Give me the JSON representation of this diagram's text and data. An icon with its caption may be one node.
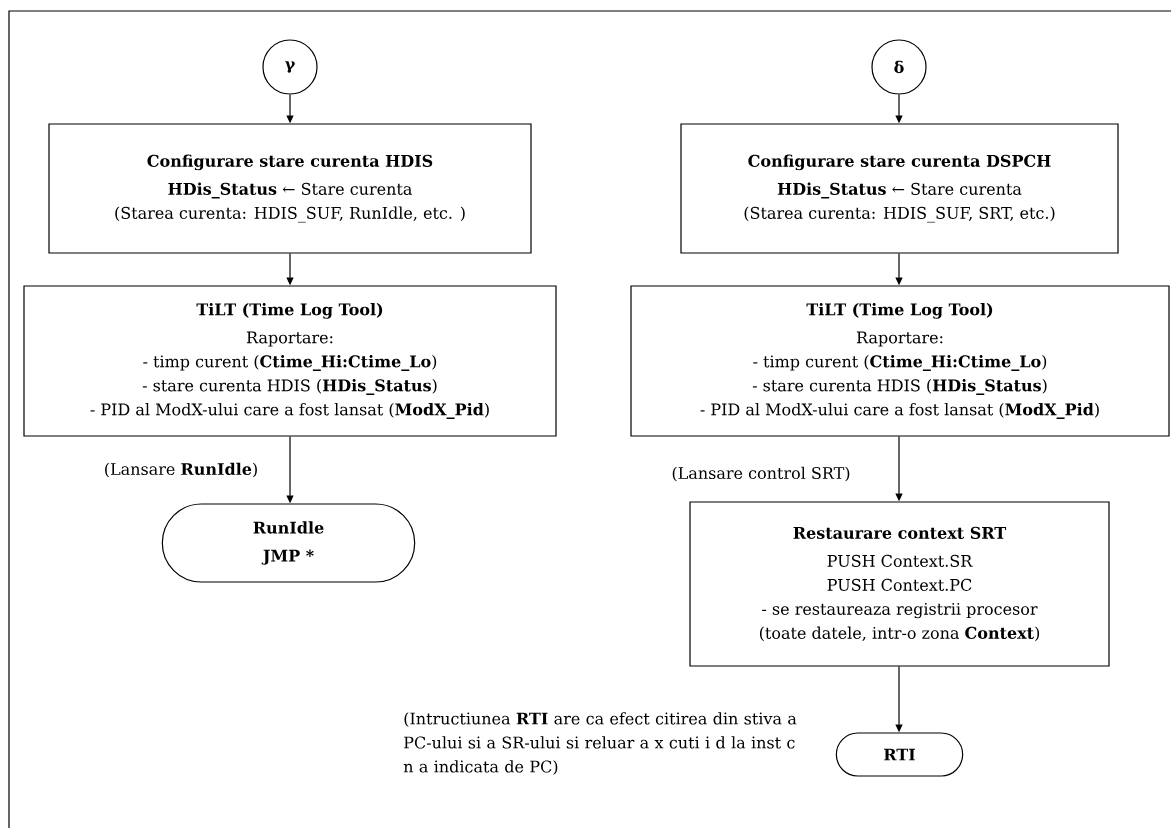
{
  "diagram": {
    "nodes": [
      {
        "text": [
          "γ"
        ]
      },
      {
        "text": [
          "Configurare stare curenta HDIS",
          "**HDis_Status** ← Stare curenta",
          "(Starea curenta: HDIS_SUF, RunIdle, etc. )"
        ]
      },
      {
        "text": [
          "TiLT (Time Log Tool)",
          "Raportare:",
          "- timp curent (**Ctime_Hi:Ctime_Lo**)",
          "- stare curenta HDIS (**HDis_Status**)",
          "- PID al ModX-ului care a fost lansat (**ModX_Pid**)"
        ]
      },
      {
        "text": [
          "RunIdle",
          "JMP *"
        ]
      },
      {
        "text": [
          "δ"
        ]
      },
      {
        "text": [
          "Configurare stare curenta DSPCH",
          "**HDis_Status** ← Stare curenta",
          "(Starea curenta: HDIS_SUF, SRT, etc.)"
        ]
      },
      {
        "text": [
          "TiLT (Time Log Tool)",
          "Raportare:",
          "- timp curent (**Ctime_Hi:Ctime_Lo**)",
          "- stare curenta HDIS (**HDis_Status**)",
          "- PID al ModX-ului care a fost lansat (**ModX_Pid**)"
        ]
      },
      {
        "text": [
          "Restaurare context SRT",
          "PUSH Context.SR",
          "PUSH Context.PC",
          "- se restaureaza registrii procesor",
          "(toate datele, intr-o zona **Context**)"
        ]
      },
      {
        "text": [
          "RTI"
        ]
      }
    ],
    "edges": [
      {
        "from": 0,
        "to": 1,
        "arrow": "to"
      },
      {
        "from": 1,
        "to": 2,
        "arrow": "to"
      },
      {
        "from": 2,
        "to": 3,
        "arrow": "to",
        "label": "(Lansare **RunIdle**)"
      },
      {
        "from": 4,
        "to": 5,
        "arrow": "to"
      },
      {
        "from": 5,
        "to": 6,
        "arrow": "to"
      },
      {
        "from": 6,
        "to": 7,
        "arrow": "to",
        "label": "(Lansare control SRT)"
      },
      {
        "from": 7,
        "to": 8,
        "arrow": "to"
      }
    ],
    "labels": [
      "(Intructiunea **RTI** are ca efect citirea din stiva a PC-ului si a SR-ului si reluar a x cuti i d la inst c n a indicata de PC)"
    ]
  }
}
